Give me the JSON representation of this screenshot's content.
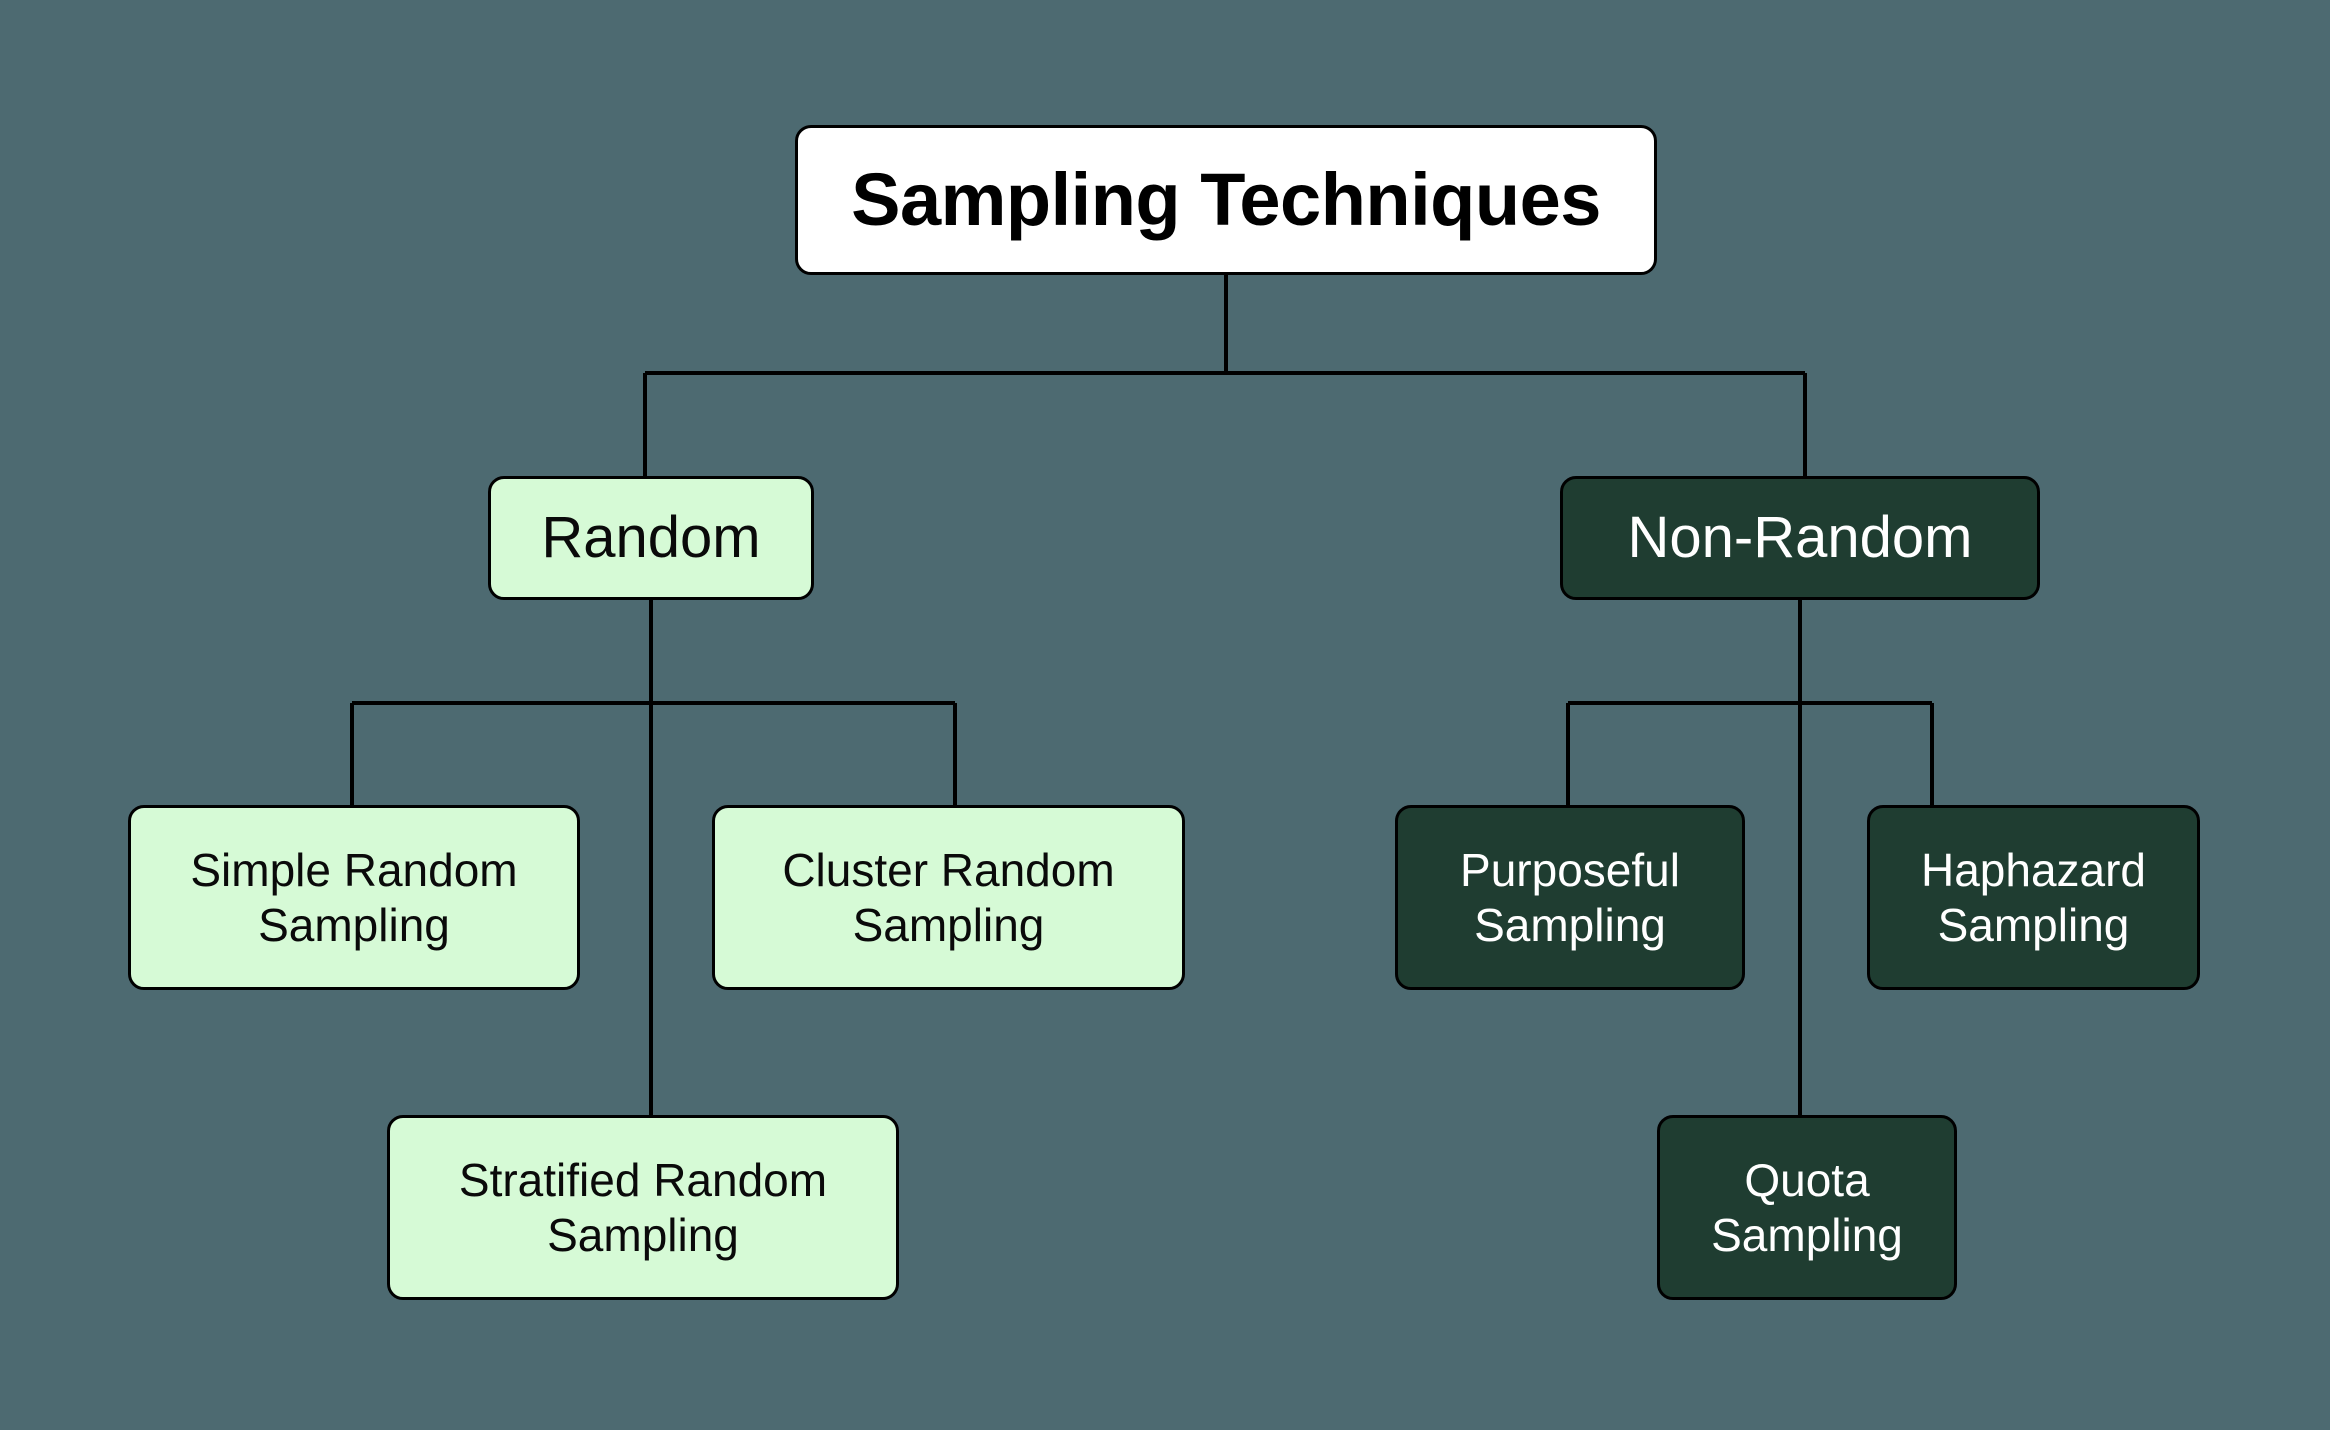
{
  "diagram": {
    "type": "hierarchy-tree",
    "title": "Sampling Techniques",
    "background_color": "#4d6a71",
    "edge_color": "#000000",
    "nodes": {
      "root": {
        "label": "Sampling Techniques",
        "fill": "#ffffff",
        "text_color": "#000000",
        "style": "bold"
      },
      "random": {
        "label": "Random",
        "fill": "#d6fad6",
        "text_color": "#0a0a0a"
      },
      "non_random": {
        "label": "Non-Random",
        "fill": "#1f3d31",
        "text_color": "#ffffff"
      },
      "simple_random": {
        "label": "Simple Random\nSampling",
        "fill": "#d6fad6",
        "text_color": "#0a0a0a"
      },
      "cluster_random": {
        "label": "Cluster Random\nSampling",
        "fill": "#d6fad6",
        "text_color": "#0a0a0a"
      },
      "stratified_random": {
        "label": "Stratified Random\nSampling",
        "fill": "#d6fad6",
        "text_color": "#0a0a0a"
      },
      "purposeful": {
        "label": "Purposeful\nSampling",
        "fill": "#1f3d31",
        "text_color": "#ffffff"
      },
      "haphazard": {
        "label": "Haphazard\nSampling",
        "fill": "#1f3d31",
        "text_color": "#ffffff"
      },
      "quota": {
        "label": "Quota\nSampling",
        "fill": "#1f3d31",
        "text_color": "#ffffff"
      }
    },
    "edges": [
      {
        "from": "root",
        "to": "random"
      },
      {
        "from": "root",
        "to": "non_random"
      },
      {
        "from": "random",
        "to": "simple_random"
      },
      {
        "from": "random",
        "to": "cluster_random"
      },
      {
        "from": "random",
        "to": "stratified_random"
      },
      {
        "from": "non_random",
        "to": "purposeful"
      },
      {
        "from": "non_random",
        "to": "haphazard"
      },
      {
        "from": "non_random",
        "to": "quota"
      }
    ]
  }
}
